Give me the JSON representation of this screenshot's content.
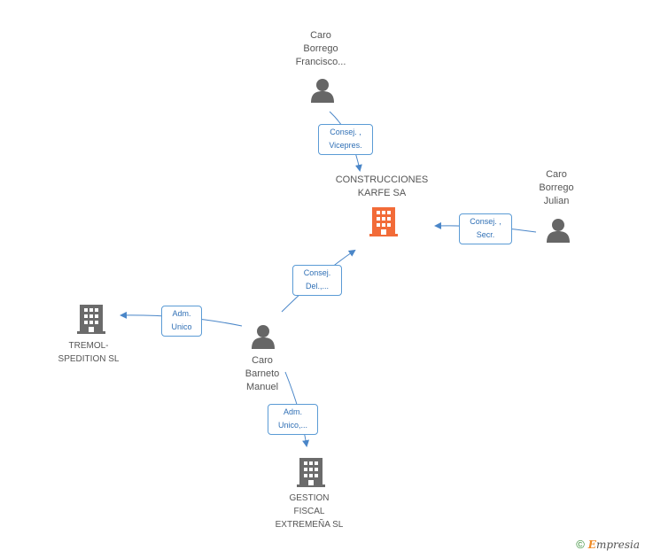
{
  "colors": {
    "person": "#666666",
    "main_company": "#f26b38",
    "company": "#6b6b6b",
    "edge": "#4a86c8",
    "box_border": "#5b9bd5"
  },
  "nodes": {
    "main": {
      "name_line1": "CONSTRUCCIONES",
      "name_line2": "KARFE SA",
      "icon": "building-icon"
    },
    "caro_francisco": {
      "line1": "Caro",
      "line2": "Borrego",
      "line3": "Francisco...",
      "icon": "person-icon"
    },
    "caro_julian": {
      "line1": "Caro",
      "line2": "Borrego",
      "line3": "Julian",
      "icon": "person-icon"
    },
    "caro_manuel": {
      "line1": "Caro",
      "line2": "Barneto",
      "line3": "Manuel",
      "icon": "person-icon"
    },
    "tremol": {
      "line1": "TREMOL-",
      "line2": "SPEDITION  SL",
      "icon": "building-icon"
    },
    "gestion": {
      "line1": "GESTION",
      "line2": "FISCAL",
      "line3": "EXTREMEÑA SL",
      "icon": "building-icon"
    }
  },
  "relations": {
    "francisco_main": {
      "line1": "Consej. ,",
      "line2": "Vicepres."
    },
    "julian_main": {
      "line1": "Consej. ,",
      "line2": "Secr."
    },
    "manuel_main": {
      "line1": "Consej.",
      "line2": "Del.,..."
    },
    "manuel_tremol": {
      "line1": "Adm.",
      "line2": "Unico"
    },
    "manuel_gestion": {
      "line1": "Adm.",
      "line2": "Unico,..."
    }
  },
  "footer": {
    "copyright": "©",
    "brand_initial": "E",
    "brand_rest": "mpresia"
  }
}
